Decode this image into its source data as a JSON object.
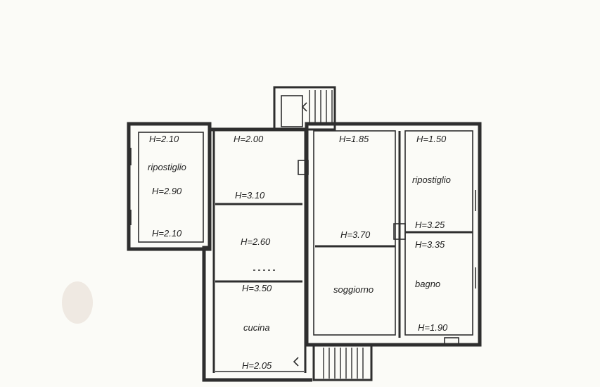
{
  "rooms": {
    "ripostiglio_left": "ripostiglio",
    "ripostiglio_right": "ripostiglio",
    "soggiorno": "soggiorno",
    "bagno": "bagno",
    "cucina": "cucina"
  },
  "heights": {
    "h_left_top": "H=2.10",
    "h_left_mid": "H=2.90",
    "h_left_bot": "H=2.10",
    "h_corr_top": "H=2.00",
    "h_corr_310": "H=3.10",
    "h_corr_260": "H=2.60",
    "h_corr_350": "H=3.50",
    "h_cucina": "H=2.05",
    "h_sogg_top": "H=1.85",
    "h_sogg_mid": "H=3.70",
    "h_rip_top": "H=1.50",
    "h_rip_bot": "H=3.25",
    "h_bagno_top": "H=3.35",
    "h_bagno_bot": "H=1.90"
  },
  "colors": {
    "wall": "#2e2e2e",
    "paper": "#fbfbf7"
  }
}
